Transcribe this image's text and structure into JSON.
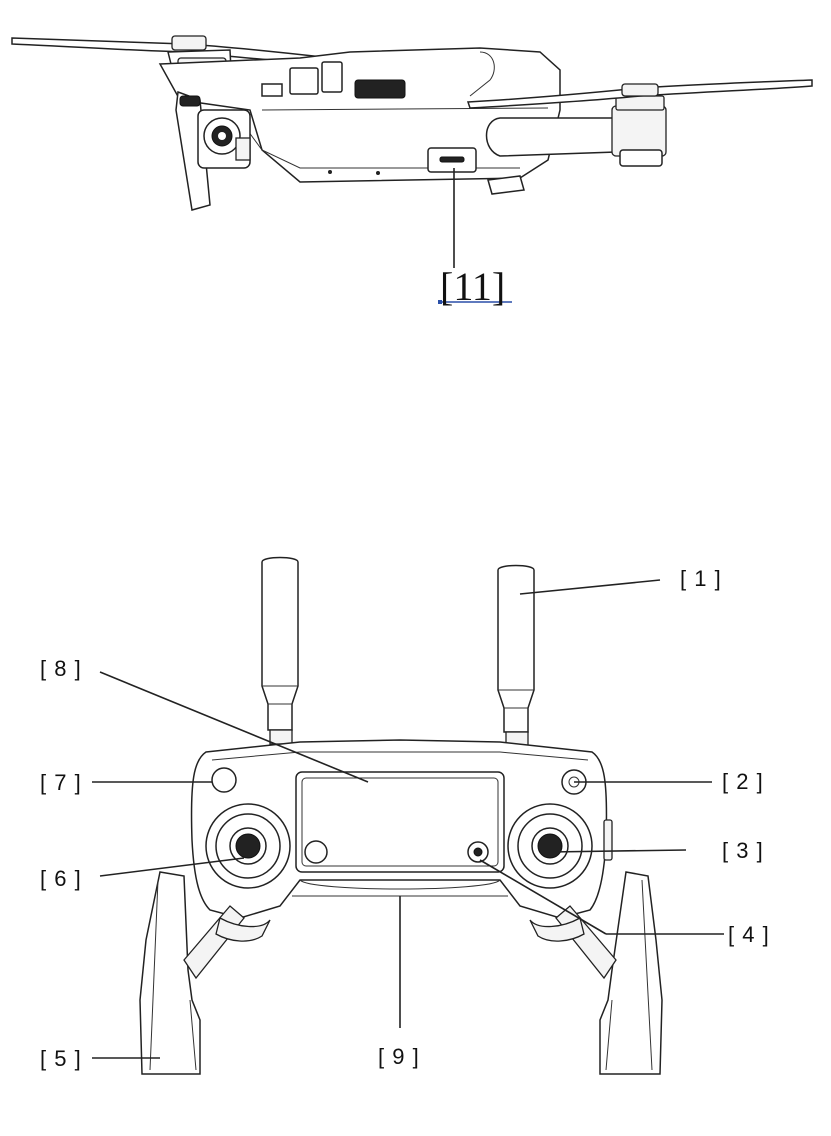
{
  "drone": {
    "callouts": [
      {
        "id": "port",
        "text": "[11]"
      }
    ]
  },
  "remote": {
    "callouts": [
      {
        "id": "antenna",
        "text": "[ 1 ]"
      },
      {
        "id": "rth-button",
        "text": "[ 2 ]"
      },
      {
        "id": "right-stick",
        "text": "[ 3 ]"
      },
      {
        "id": "five-d-button",
        "text": "[ 4 ]"
      },
      {
        "id": "clamp",
        "text": "[ 5 ]"
      },
      {
        "id": "left-stick",
        "text": "[ 6 ]"
      },
      {
        "id": "power-button",
        "text": "[ 7 ]"
      },
      {
        "id": "lcd-screen",
        "text": "[ 8 ]"
      },
      {
        "id": "cable-slot",
        "text": "[ 9 ]"
      }
    ]
  }
}
